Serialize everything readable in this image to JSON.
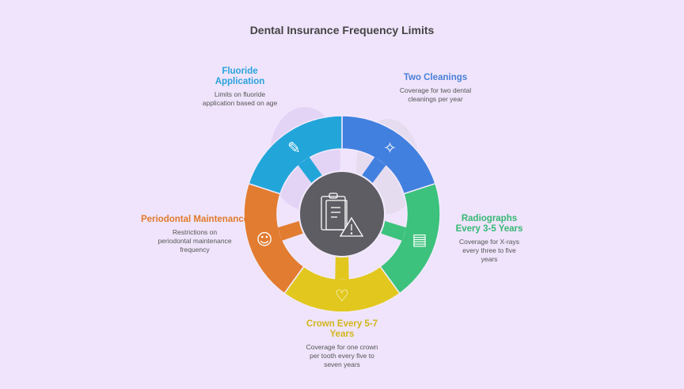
{
  "title": "Dental Insurance Frequency Limits",
  "center_icon": "clipboard-warning-icon",
  "colors": {
    "background": "#efe4fb",
    "center": "#5e5d63"
  },
  "segments": [
    {
      "title": "Two Cleanings",
      "desc": "Coverage for two dental cleanings per year",
      "color": "#4180df",
      "text_color": "#4a7fd8",
      "icon": "dentist-cleaning-icon"
    },
    {
      "title": "Radiographs Every 3-5 Years",
      "desc": "Coverage for X-rays every three to five years",
      "color": "#3cc27c",
      "text_color": "#36b873",
      "icon": "xray-icon"
    },
    {
      "title": "Crown Every 5-7 Years",
      "desc": "Coverage for one crown per tooth every five to seven years",
      "color": "#e2c81e",
      "text_color": "#d2b61a",
      "icon": "tooth-crown-icon"
    },
    {
      "title": "Periodontal Maintenance",
      "desc": "Restrictions on periodontal maintenance frequency",
      "color": "#e27c30",
      "text_color": "#e07a2a",
      "icon": "periodontal-patient-icon"
    },
    {
      "title": "Fluoride Application",
      "desc": "Limits on fluoride application based on age",
      "color": "#22a6da",
      "text_color": "#2aa3dc",
      "icon": "fluoride-syringe-icon"
    }
  ]
}
